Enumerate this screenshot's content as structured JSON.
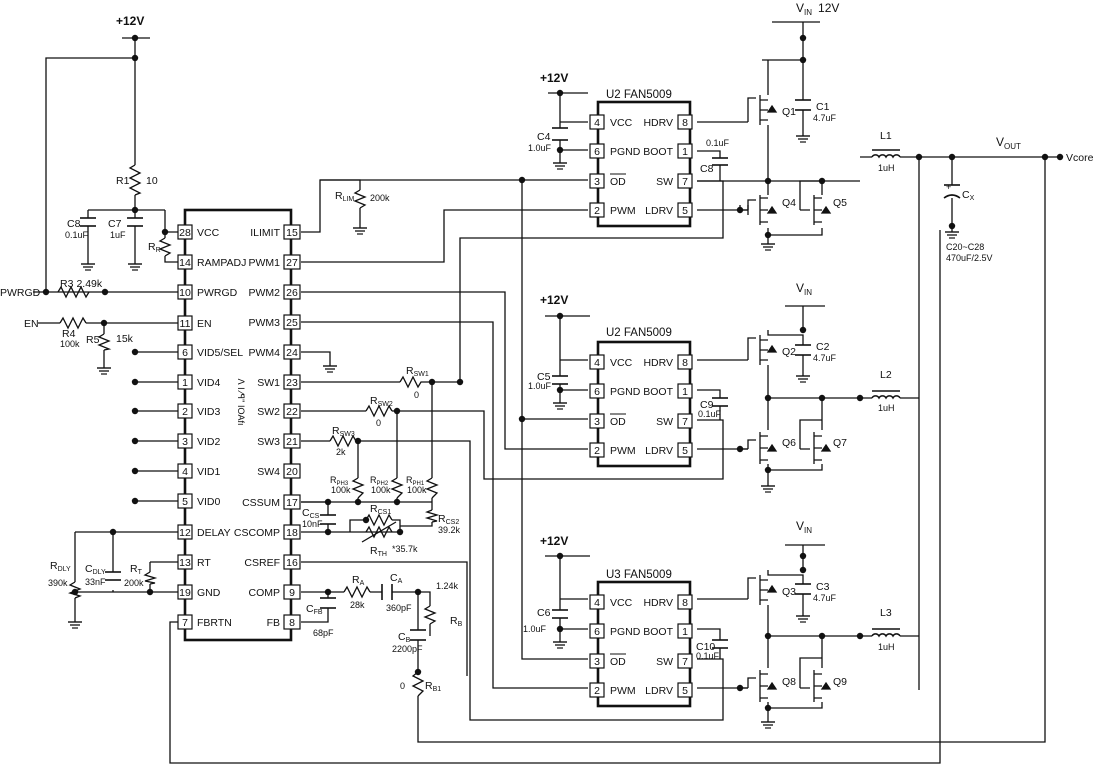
{
  "supply": {
    "v12": "+12V",
    "vin": "V",
    "vin_sub": "IN",
    "vin12_value": "12V"
  },
  "output": {
    "vout": "V",
    "vout_sub": "OUT",
    "vcore": "Vcore"
  },
  "controller": {
    "pins_left": [
      {
        "num": "28",
        "name": "VCC"
      },
      {
        "num": "14",
        "name": "RAMPADJ"
      },
      {
        "num": "10",
        "name": "PWRGD"
      },
      {
        "num": "11",
        "name": "EN"
      },
      {
        "num": "6",
        "name": "VID5/SEL"
      },
      {
        "num": "1",
        "name": "VID4"
      },
      {
        "num": "2",
        "name": "VID3"
      },
      {
        "num": "3",
        "name": "VID2"
      },
      {
        "num": "4",
        "name": "VID1"
      },
      {
        "num": "5",
        "name": "VID0"
      },
      {
        "num": "12",
        "name": "DELAY"
      },
      {
        "num": "13",
        "name": "RT"
      },
      {
        "num": "19",
        "name": "GND"
      },
      {
        "num": "7",
        "name": "FBRTN"
      }
    ],
    "pins_right": [
      {
        "num": "15",
        "name": "ILIMIT"
      },
      {
        "num": "27",
        "name": "PWM1"
      },
      {
        "num": "26",
        "name": "PWM2"
      },
      {
        "num": "25",
        "name": "PWM3"
      },
      {
        "num": "24",
        "name": "PWM4"
      },
      {
        "num": "23",
        "name": "SW1"
      },
      {
        "num": "22",
        "name": "SW2"
      },
      {
        "num": "21",
        "name": "SW3"
      },
      {
        "num": "20",
        "name": "SW4"
      },
      {
        "num": "17",
        "name": "CSSUM"
      },
      {
        "num": "18",
        "name": "CSCOMP"
      },
      {
        "num": "16",
        "name": "CSREF"
      },
      {
        "num": "9",
        "name": "COMP"
      },
      {
        "num": "8",
        "name": "FB"
      }
    ]
  },
  "drivers": [
    {
      "title": "U2 FAN5009",
      "q_hi": "Q1",
      "q_lo1": "Q4",
      "q_lo2": "Q5",
      "c_vcc": "C4",
      "c_vcc_val": "1.0uF",
      "c_boot": "C8",
      "c_boot_val": "0.1uF",
      "c_in": "C1",
      "c_in_val": "4.7uF",
      "ind": "L1",
      "ind_val": "1uH"
    },
    {
      "title": "U2 FAN5009",
      "q_hi": "Q2",
      "q_lo1": "Q6",
      "q_lo2": "Q7",
      "c_vcc": "C5",
      "c_vcc_val": "1.0uF",
      "c_boot": "C9",
      "c_boot_val": "0.1uF",
      "c_in": "C2",
      "c_in_val": "4.7uF",
      "ind": "L2",
      "ind_val": "1uH"
    },
    {
      "title": "U3 FAN5009",
      "q_hi": "Q3",
      "q_lo1": "Q8",
      "q_lo2": "Q9",
      "c_vcc": "C6",
      "c_vcc_val": "1.0uF",
      "c_boot": "C10",
      "c_boot_val": "0.1uF",
      "c_in": "C3",
      "c_in_val": "4.7uF",
      "ind": "L3",
      "ind_val": "1uH"
    }
  ],
  "driver_pins": {
    "left": [
      {
        "num": "4",
        "name": "VCC"
      },
      {
        "num": "6",
        "name": "PGND"
      },
      {
        "num": "3",
        "name": "OD"
      },
      {
        "num": "2",
        "name": "PWM"
      }
    ],
    "right": [
      {
        "num": "8",
        "name": "HDRV"
      },
      {
        "num": "1",
        "name": "BOOT"
      },
      {
        "num": "7",
        "name": "SW"
      },
      {
        "num": "5",
        "name": "LDRV"
      }
    ]
  },
  "components": {
    "r1": "R1",
    "r1_val": "10",
    "c8": "C8",
    "c8_val": "0.1uF",
    "c7": "C7",
    "c7_val": "1uF",
    "rr": "R",
    "rr_sub": "R",
    "r3": "R3",
    "r3_val": "2.49k",
    "r4": "R4",
    "r4_val": "100k",
    "r5": "R5",
    "r5_val": "15k",
    "rlim": "R",
    "rlim_sub": "LIM",
    "rlim_val": "200k",
    "rsw1": "R",
    "rsw1_sub": "SW1",
    "rsw1_val": "0",
    "rsw2": "R",
    "rsw2_sub": "SW2",
    "rsw2_val": "0",
    "rsw3": "R",
    "rsw3_sub": "SW3",
    "rsw3_val": "2k",
    "rph3": "R",
    "rph3_sub": "PH3",
    "rph3_val": "100k",
    "rph2": "R",
    "rph2_sub": "PH2",
    "rph2_val": "100k",
    "rph1": "R",
    "rph1_sub": "PH1",
    "rph1_val": "100k",
    "rcs2": "R",
    "rcs2_sub": "CS2",
    "rcs2_val": "39.2k",
    "rcs1": "R",
    "rcs1_sub": "CS1",
    "rth": "R",
    "rth_sub": "TH",
    "rth_val": "35.7k",
    "ccs": "C",
    "ccs_sub": "CS",
    "ccs_val": "10nF",
    "rdly": "R",
    "rdly_sub": "DLY",
    "rdly_val": "390k",
    "cdly": "C",
    "cdly_sub": "DLY",
    "cdly_val": "33nF",
    "rt": "R",
    "rt_sub": "T",
    "rt_val": "200k",
    "ra": "R",
    "ra_sub": "A",
    "ra_val": "28k",
    "ca": "C",
    "ca_sub": "A",
    "ca_val": "360pF",
    "cfb": "C",
    "cfb_sub": "FB",
    "cfb_val": "68pF",
    "cb": "C",
    "cb_sub": "B",
    "cb_val": "2200pF",
    "rb": "R",
    "rb_sub": "B",
    "rb_val": "1.24k",
    "rb1": "R",
    "rb1_sub": "B1",
    "rb1_val": "0",
    "cx": "C",
    "cx_sub": "X",
    "cx_val": "C20~C28",
    "cx_val2": "470uF/2.5V"
  },
  "net_labels": {
    "pwrgd": "PWRGD",
    "en": "EN"
  }
}
